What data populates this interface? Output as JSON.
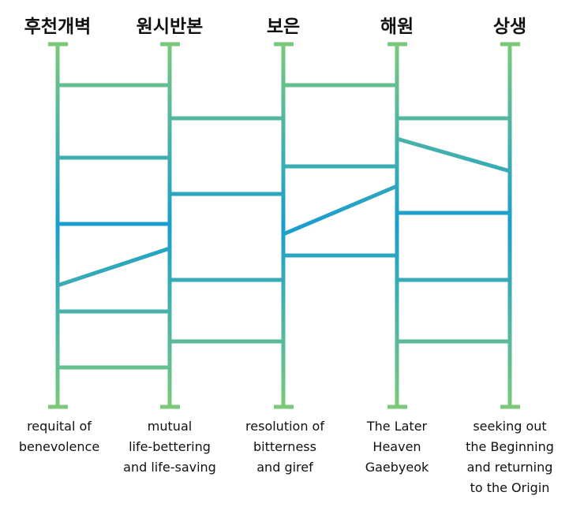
{
  "columns": [
    {
      "title": "후천개벽",
      "caption": [
        "requital of",
        "benevolence"
      ]
    },
    {
      "title": "원시반본",
      "caption": [
        "mutual",
        "life-bettering",
        "and life-saving"
      ]
    },
    {
      "title": "보은",
      "caption": [
        "resolution of",
        "bitterness",
        "and giref"
      ]
    },
    {
      "title": "해원",
      "caption": [
        "The Later",
        "Heaven",
        "Gaebyeok"
      ]
    },
    {
      "title": "상생",
      "caption": [
        "seeking out",
        "the Beginning",
        "and returning",
        "to the Origin"
      ]
    }
  ],
  "colors": {
    "top": "#7ac97a",
    "middle": "#1a9ed0",
    "bottom": "#7ac97a"
  }
}
